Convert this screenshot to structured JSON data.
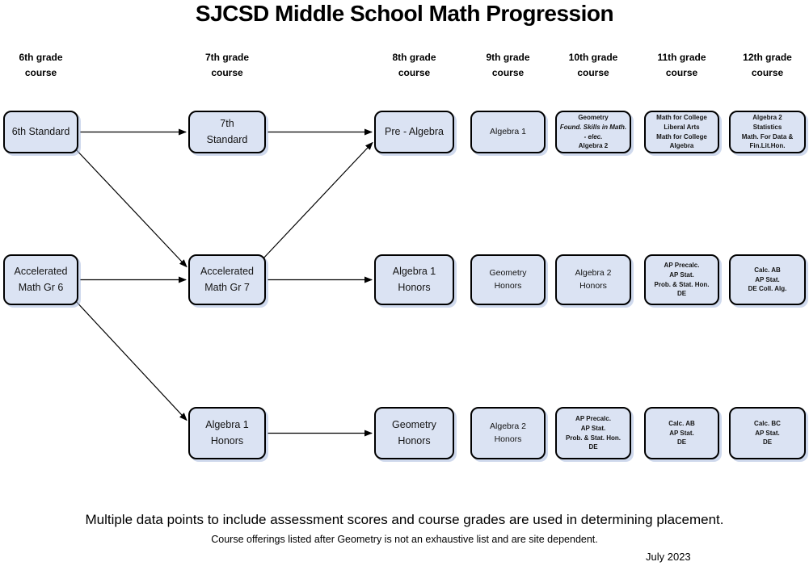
{
  "title": "SJCSD Middle School Math Progression",
  "column_sublabel": "course",
  "column_headers": [
    {
      "grade": "6th grade",
      "sub": "course"
    },
    {
      "grade": "7th grade",
      "sub": "course"
    },
    {
      "grade": "8th grade",
      "sub": "course"
    },
    {
      "grade": "9th grade",
      "sub": "course"
    },
    {
      "grade": "10th grade",
      "sub": "course"
    },
    {
      "grade": "11th grade",
      "sub": "course"
    },
    {
      "grade": "12th grade",
      "sub": "course"
    }
  ],
  "boxes": [
    {
      "id": "std6",
      "col": 0,
      "row": 0,
      "lines": [
        "6th Standard"
      ]
    },
    {
      "id": "std7",
      "col": 1,
      "row": 0,
      "lines": [
        "7th",
        "Standard"
      ]
    },
    {
      "id": "prealg",
      "col": 2,
      "row": 0,
      "lines": [
        "Pre - Algebra"
      ]
    },
    {
      "id": "alg1",
      "col": 3,
      "row": 0,
      "lines": [
        "Algebra 1"
      ]
    },
    {
      "id": "geo10",
      "col": 4,
      "row": 0,
      "lines": [
        "Geometry",
        {
          "t": "Found. Skills in Math.",
          "i": true
        },
        {
          "t": "- elec.",
          "i": true
        },
        "Algebra 2"
      ]
    },
    {
      "id": "mfc11",
      "col": 5,
      "row": 0,
      "lines": [
        "Math for College",
        "Liberal Arts",
        "Math for College",
        "Algebra"
      ]
    },
    {
      "id": "alg2st12",
      "col": 6,
      "row": 0,
      "lines": [
        "Algebra 2",
        "Statistics",
        "Math. For Data &",
        "Fin.Lit.Hon."
      ]
    },
    {
      "id": "accel6",
      "col": 0,
      "row": 1,
      "lines": [
        "Accelerated",
        "Math Gr 6"
      ]
    },
    {
      "id": "accel7",
      "col": 1,
      "row": 1,
      "lines": [
        "Accelerated",
        "Math Gr 7"
      ]
    },
    {
      "id": "alg1hon8",
      "col": 2,
      "row": 1,
      "lines": [
        "Algebra 1",
        "Honors"
      ]
    },
    {
      "id": "geohon9",
      "col": 3,
      "row": 1,
      "lines": [
        "Geometry",
        "Honors"
      ]
    },
    {
      "id": "alg2hon10",
      "col": 4,
      "row": 1,
      "lines": [
        "Algebra 2",
        "Honors"
      ]
    },
    {
      "id": "precalc11",
      "col": 5,
      "row": 1,
      "lines": [
        "AP Precalc.",
        "AP Stat.",
        "Prob. & Stat. Hon.",
        "DE"
      ]
    },
    {
      "id": "calcab12",
      "col": 6,
      "row": 1,
      "lines": [
        "Calc. AB",
        "AP Stat.",
        "DE Coll. Alg."
      ]
    },
    {
      "id": "alg1hon7",
      "col": 1,
      "row": 2,
      "lines": [
        "Algebra 1",
        "Honors"
      ]
    },
    {
      "id": "geohon8",
      "col": 2,
      "row": 2,
      "lines": [
        "Geometry",
        "Honors"
      ]
    },
    {
      "id": "alg2hon9",
      "col": 3,
      "row": 2,
      "lines": [
        "Algebra 2",
        "Honors"
      ]
    },
    {
      "id": "precalc10",
      "col": 4,
      "row": 2,
      "lines": [
        "AP Precalc.",
        "AP Stat.",
        "Prob. & Stat. Hon.",
        "DE"
      ]
    },
    {
      "id": "calcab11",
      "col": 5,
      "row": 2,
      "lines": [
        "Calc. AB",
        "AP Stat.",
        "DE"
      ]
    },
    {
      "id": "calcbc12",
      "col": 6,
      "row": 2,
      "lines": [
        "Calc. BC",
        "AP Stat.",
        "DE"
      ]
    }
  ],
  "arrows": [
    {
      "from": "std6",
      "to": "std7"
    },
    {
      "from": "std7",
      "to": "prealg"
    },
    {
      "from": "std6",
      "to": "accel7"
    },
    {
      "from": "accel6",
      "to": "accel7"
    },
    {
      "from": "accel6",
      "to": "alg1hon7"
    },
    {
      "from": "accel7",
      "to": "prealg"
    },
    {
      "from": "accel7",
      "to": "alg1hon8"
    },
    {
      "from": "alg1hon7",
      "to": "geohon8"
    }
  ],
  "footer": {
    "note1": "Multiple data points to include assessment scores and course grades are used in determining placement.",
    "note2": "Course offerings listed after Geometry is not an exhaustive list and are site dependent.",
    "date": "July 2023"
  },
  "colors": {
    "box_fill": "#dbe3f3",
    "box_border": "#000000",
    "arrow": "#000000"
  }
}
